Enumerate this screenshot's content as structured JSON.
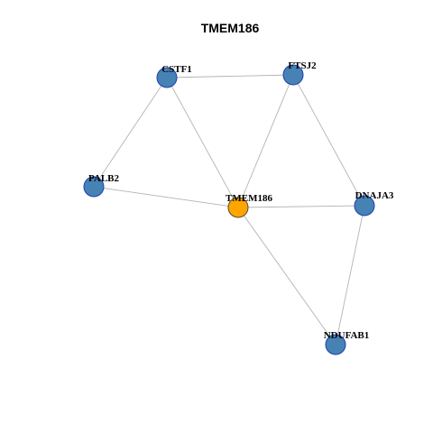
{
  "title": "TMEM186",
  "colors": {
    "node_default": "#4682b4",
    "node_center": "#ffa500",
    "edge": "#b3b3b3"
  },
  "nodes": [
    {
      "id": "CSTF1",
      "label": "CSTF1",
      "center": false
    },
    {
      "id": "FTSJ2",
      "label": "FTSJ2",
      "center": false
    },
    {
      "id": "PALB2",
      "label": "PALB2",
      "center": false
    },
    {
      "id": "TMEM186",
      "label": "TMEM186",
      "center": true
    },
    {
      "id": "DNAJA3",
      "label": "DNAJA3",
      "center": false
    },
    {
      "id": "NDUFAB1",
      "label": "NDUFAB1",
      "center": false
    }
  ],
  "edges": [
    [
      "CSTF1",
      "FTSJ2"
    ],
    [
      "CSTF1",
      "PALB2"
    ],
    [
      "CSTF1",
      "TMEM186"
    ],
    [
      "FTSJ2",
      "TMEM186"
    ],
    [
      "FTSJ2",
      "DNAJA3"
    ],
    [
      "PALB2",
      "TMEM186"
    ],
    [
      "TMEM186",
      "DNAJA3"
    ],
    [
      "TMEM186",
      "NDUFAB1"
    ],
    [
      "DNAJA3",
      "NDUFAB1"
    ]
  ]
}
